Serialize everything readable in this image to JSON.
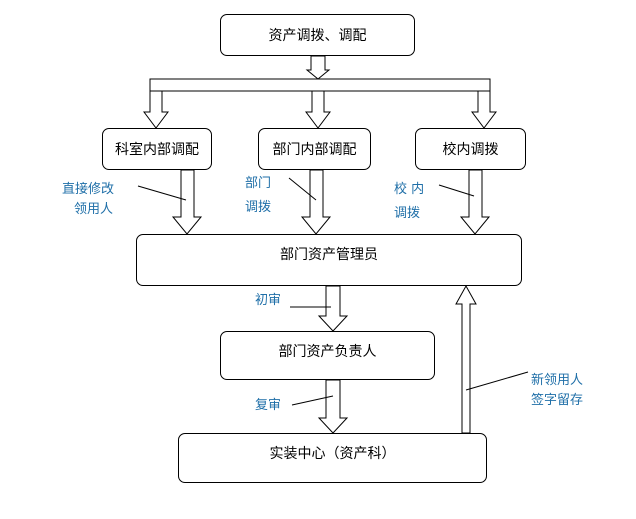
{
  "nodes": {
    "top": "资产调拨、调配",
    "room": "科室内部调配",
    "dept": "部门内部调配",
    "campus": "校内调拨",
    "admin": "部门资产管理员",
    "head": "部门资产负责人",
    "center": "实装中心（资产科）"
  },
  "labels": {
    "direct": [
      "直接修改",
      "领用人"
    ],
    "dept": [
      "部门",
      "调拨"
    ],
    "campus": [
      "校 内",
      "调拨"
    ],
    "review1": "初审",
    "review2": "复审",
    "sign": [
      "新领用人",
      "签字留存"
    ]
  }
}
